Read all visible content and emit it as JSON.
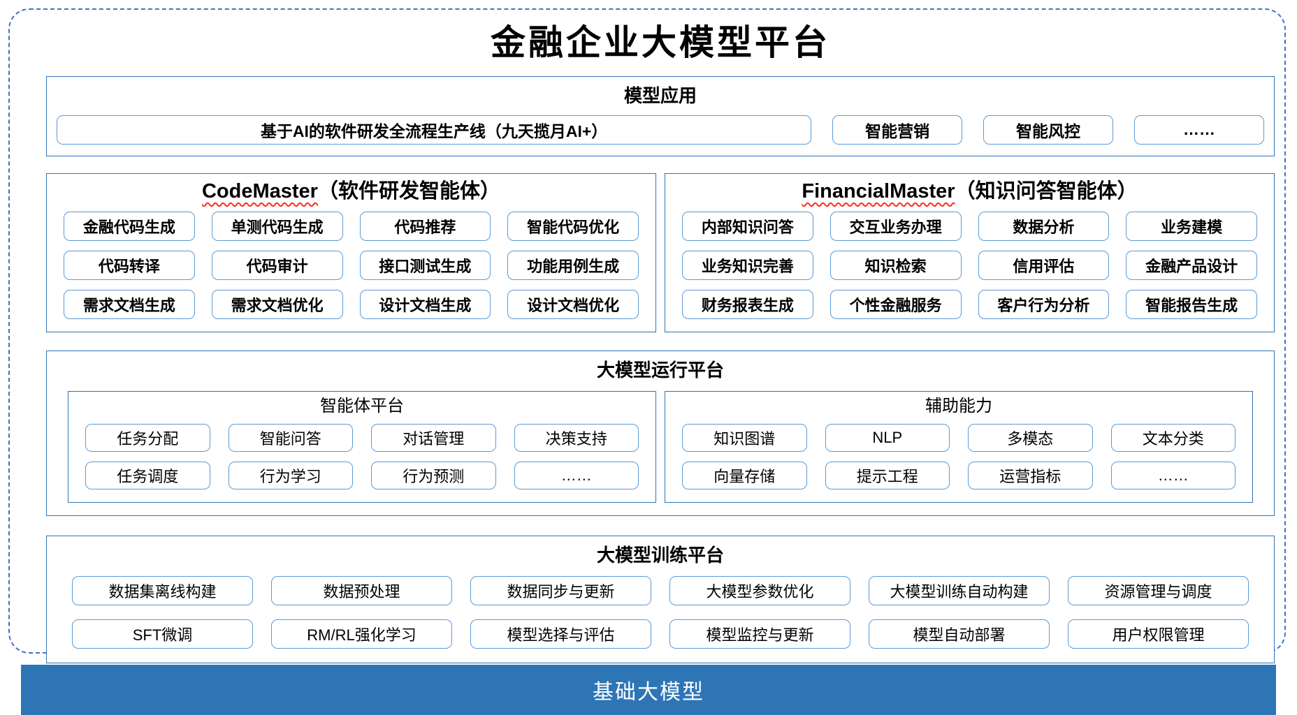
{
  "title": "金融企业大模型平台",
  "colors": {
    "frame_dash": "#4472C4",
    "section_border": "#2E74B5",
    "pill_border": "#5B9BD5",
    "base_bar_bg": "#2E75B6",
    "squiggle": "#FF2D1F"
  },
  "model_app": {
    "title": "模型应用",
    "items": [
      "基于AI的软件研发全流程生产线（九天揽月AI+）",
      "智能营销",
      "智能风控",
      "……"
    ]
  },
  "code_master": {
    "title_en": "CodeMaster",
    "title_zh": "（软件研发智能体）",
    "items": [
      "金融代码生成",
      "单测代码生成",
      "代码推荐",
      "智能代码优化",
      "代码转译",
      "代码审计",
      "接口测试生成",
      "功能用例生成",
      "需求文档生成",
      "需求文档优化",
      "设计文档生成",
      "设计文档优化"
    ]
  },
  "financial_master": {
    "title_en": "FinancialMaster",
    "title_zh": "（知识问答智能体）",
    "items": [
      "内部知识问答",
      "交互业务办理",
      "数据分析",
      "业务建模",
      "业务知识完善",
      "知识检索",
      "信用评估",
      "金融产品设计",
      "财务报表生成",
      "个性金融服务",
      "客户行为分析",
      "智能报告生成"
    ]
  },
  "runtime": {
    "title": "大模型运行平台",
    "agent_platform": {
      "title": "智能体平台",
      "items": [
        "任务分配",
        "智能问答",
        "对话管理",
        "决策支持",
        "任务调度",
        "行为学习",
        "行为预测",
        "……"
      ]
    },
    "aux_ability": {
      "title": "辅助能力",
      "items": [
        "知识图谱",
        "NLP",
        "多模态",
        "文本分类",
        "向量存储",
        "提示工程",
        "运营指标",
        "……"
      ]
    }
  },
  "training": {
    "title": "大模型训练平台",
    "items": [
      "数据集离线构建",
      "数据预处理",
      "数据同步与更新",
      "大模型参数优化",
      "大模型训练自动构建",
      "资源管理与调度",
      "SFT微调",
      "RM/RL强化学习",
      "模型选择与评估",
      "模型监控与更新",
      "模型自动部署",
      "用户权限管理"
    ]
  },
  "base_model": {
    "title": "基础大模型"
  }
}
